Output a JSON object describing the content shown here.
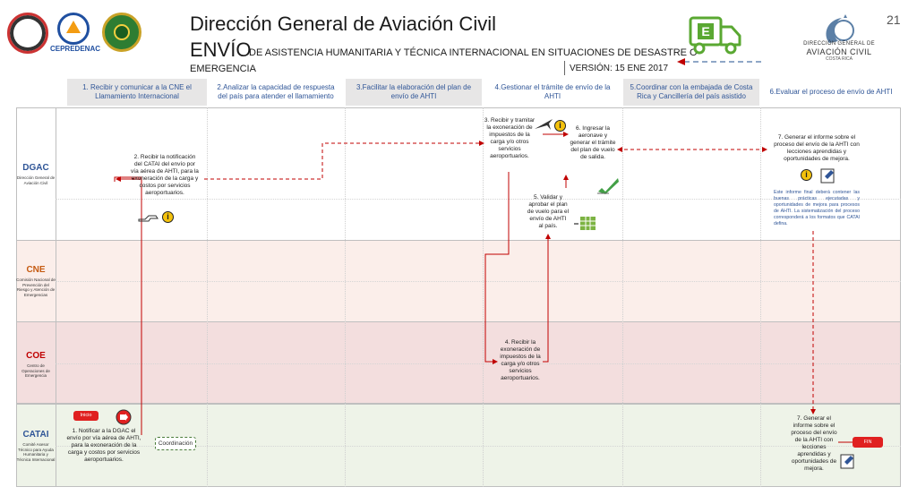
{
  "header": {
    "title": "Dirección General de Aviación Civil",
    "subtitle_main": "ENVÍO",
    "subtitle_rest": "DE ASISTENCIA HUMANITARIA Y TÉCNICA INTERNACIONAL EN SITUACIONES DE DESASTRE O",
    "subtitle_line2": "EMERGENCIA",
    "version": "VERSIÓN: 15 ENE 2017",
    "page_number": "21",
    "logo_cepredenac": "CEPREDENAC",
    "truck_letter": "E",
    "aviacion_line1": "DIRECCIÓN GENERAL DE",
    "aviacion_line2": "AVIACIÓN CIVIL",
    "aviacion_line3": "COSTA RICA"
  },
  "phases": [
    "1. Recibir y comunicar a la CNE el Llamamiento Internacional",
    "2.Analizar la capacidad de respuesta del país para atender el llamamiento",
    "3.Facilitar la elaboración del plan de envío de AHTI",
    "4.Gestionar el trámite de envío de la AHTI",
    "5.Coordinar con la embajada de Costa Rica y Cancillería del país asistido",
    "6.Evaluar el proceso de envío de AHTI"
  ],
  "lanes": {
    "dgac": {
      "code": "DGAC",
      "desc": "Dirección General de Aviación Civil"
    },
    "cne": {
      "code": "CNE",
      "desc": "Comisión Nacional de Prevención del Riesgo y Atención de Emergencias"
    },
    "coe": {
      "code": "COE",
      "desc": "Centro de Operaciones de Emergencia"
    },
    "catai": {
      "code": "CATAI",
      "desc": "Comité Asesor Técnico para Ayuda Humanitaria y Técnica Internacional"
    }
  },
  "steps": {
    "catai_1": "1. Notificar a la DGAC el envío por vía aérea de AHTI, para la exoneración de la carga y costos por servicios aeroportuarios.",
    "dgac_2": "2. Recibir la notificación del CATAI del envío por vía aérea de AHTI, para la exoneración de la carga y costos por servicios aeroportuarios.",
    "dgac_3": "3. Recibir y tramitar la exoneración de impuestos de la carga y/o otros servicios aeroportuarios.",
    "coe_4": "4. Recibir la exoneración de impuestos de la carga y/o otros servicios aeroportuarios.",
    "dgac_5": "5. Validar y aprobar el plan de vuelo para el envío de AHTI al país.",
    "dgac_6": "6. Ingresar la aeronave y generar el trámite del plan de vuelo de salida.",
    "dgac_7": "7. Generar el informe sobre el proceso del envío de la AHTI con lecciones aprendidas y oportunidades de mejora.",
    "dgac_note": "Este informe final deberá contener las buenas prácticas ejecutadas y oportunidades de mejora para procesos de AHTI. La sistematización del proceso corresponderá a los formatos que CATAI defina.",
    "catai_7": "7. Generar el informe sobre el proceso del envío de la AHTI con lecciones aprendidas y oportunidades de mejora."
  },
  "labels": {
    "inicio": "Inicio",
    "fin": "FIN",
    "coordinacion": "Coordinación"
  },
  "colors": {
    "flow_red": "#c00000",
    "phase_blue": "#2f5597",
    "cne_bg": "#fbeeea",
    "coe_bg": "#f3dede",
    "catai_bg": "#eef3e8"
  }
}
